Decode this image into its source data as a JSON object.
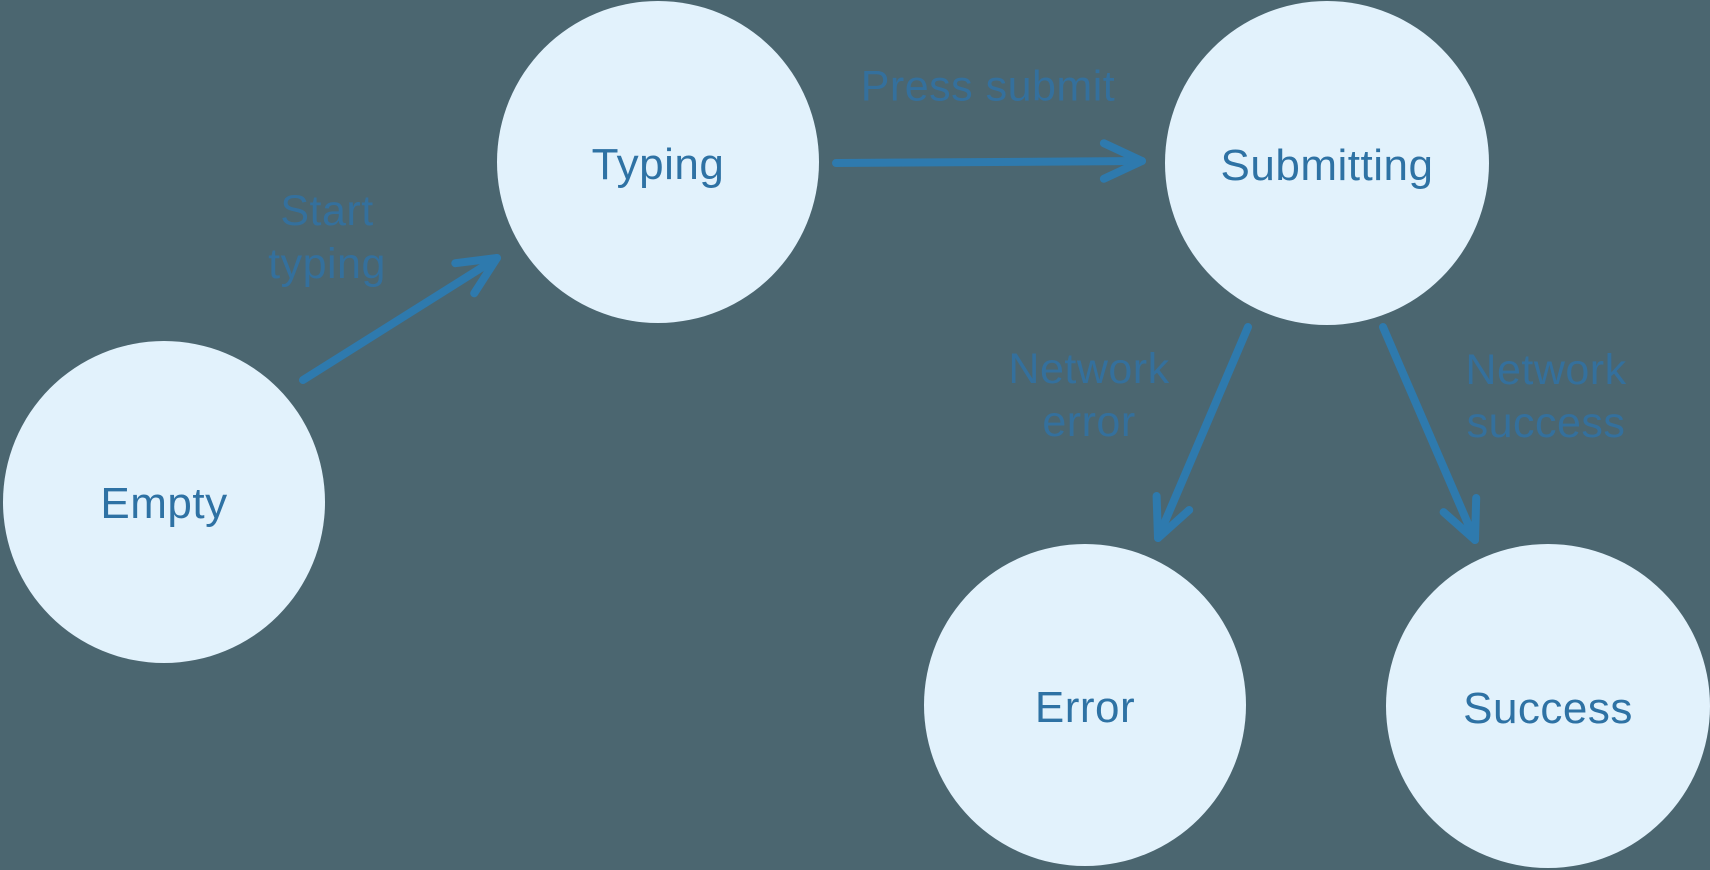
{
  "colors": {
    "background": "#4B6670",
    "node_fill": "#E2F2FC",
    "node_text": "#2E72A4",
    "arrow": "#2E7AAE",
    "edge_label_text": "#34709D"
  },
  "diagram_type": "state-machine",
  "nodes": [
    {
      "id": "empty",
      "label": "Empty"
    },
    {
      "id": "typing",
      "label": "Typing"
    },
    {
      "id": "submitting",
      "label": "Submitting"
    },
    {
      "id": "error",
      "label": "Error"
    },
    {
      "id": "success",
      "label": "Success"
    }
  ],
  "edges": [
    {
      "from": "Empty",
      "to": "Typing",
      "label": "Start typing",
      "lines": [
        "Start",
        "typing"
      ]
    },
    {
      "from": "Typing",
      "to": "Submitting",
      "label": "Press submit",
      "lines": [
        "Press submit"
      ]
    },
    {
      "from": "Submitting",
      "to": "Error",
      "label": "Network error",
      "lines": [
        "Network",
        "error"
      ]
    },
    {
      "from": "Submitting",
      "to": "Success",
      "label": "Network success",
      "lines": [
        "Network",
        "success"
      ]
    }
  ]
}
